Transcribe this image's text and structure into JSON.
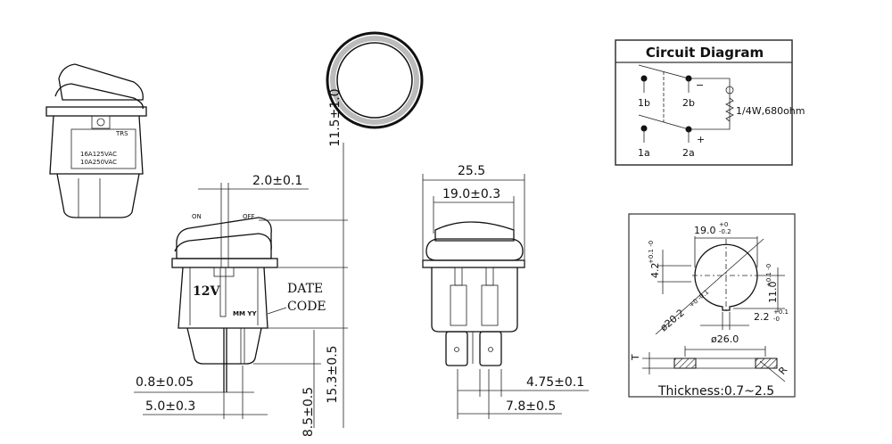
{
  "left_view": {
    "label_code": "TRS",
    "rating_1": "16A125VAC",
    "rating_2": "10A250VAC"
  },
  "side_view": {
    "dim_actuator_width": "2.0±0.1",
    "dim_actuator_height": "11.5±1.0",
    "label_on": "ON",
    "label_off": "OFF",
    "voltage": "12V",
    "date_code_line1": "DATE",
    "date_code_line2": "CODE",
    "date_format": "MM YY",
    "dim_body_height": "15.3±0.5",
    "dim_terminal_length": "8.5±0.5",
    "dim_terminal_thickness": "0.8±0.05",
    "dim_terminal_spacing": "5.0±0.3"
  },
  "front_view": {
    "dim_bezel_width": "25.5",
    "dim_actuator_width": "19.0±0.3",
    "dim_terminal_width": "4.75±0.1",
    "dim_terminal_pitch": "7.8±0.5"
  },
  "circuit_diagram": {
    "title": "Circuit Diagram",
    "pin_1b": "1b",
    "pin_2b": "2b",
    "pin_1a": "1a",
    "pin_2a": "2a",
    "minus": "−",
    "plus": "+",
    "resistor": "1/4W,680ohm"
  },
  "panel_cutout": {
    "dim_diameter": "19.0",
    "dim_diameter_tol_upper": "+0",
    "dim_diameter_tol_lower": "-0.2",
    "dim_key_offset": "4.2",
    "dim_key_offset_tol": "+0.1 -0",
    "dim_key_depth": "11.0",
    "dim_key_depth_tol": "+0.1 -0",
    "dim_outer_diameter": "ø20.2",
    "dim_outer_diameter_tol": "+0 -0.1",
    "dim_key_width": "2.2",
    "dim_key_width_tol_upper": "+0.1",
    "dim_key_width_tol_lower": "-0",
    "dim_bezel_diameter": "ø26.0",
    "label_t": "T",
    "label_r": "R",
    "thickness": "Thickness:0.7~2.5"
  }
}
